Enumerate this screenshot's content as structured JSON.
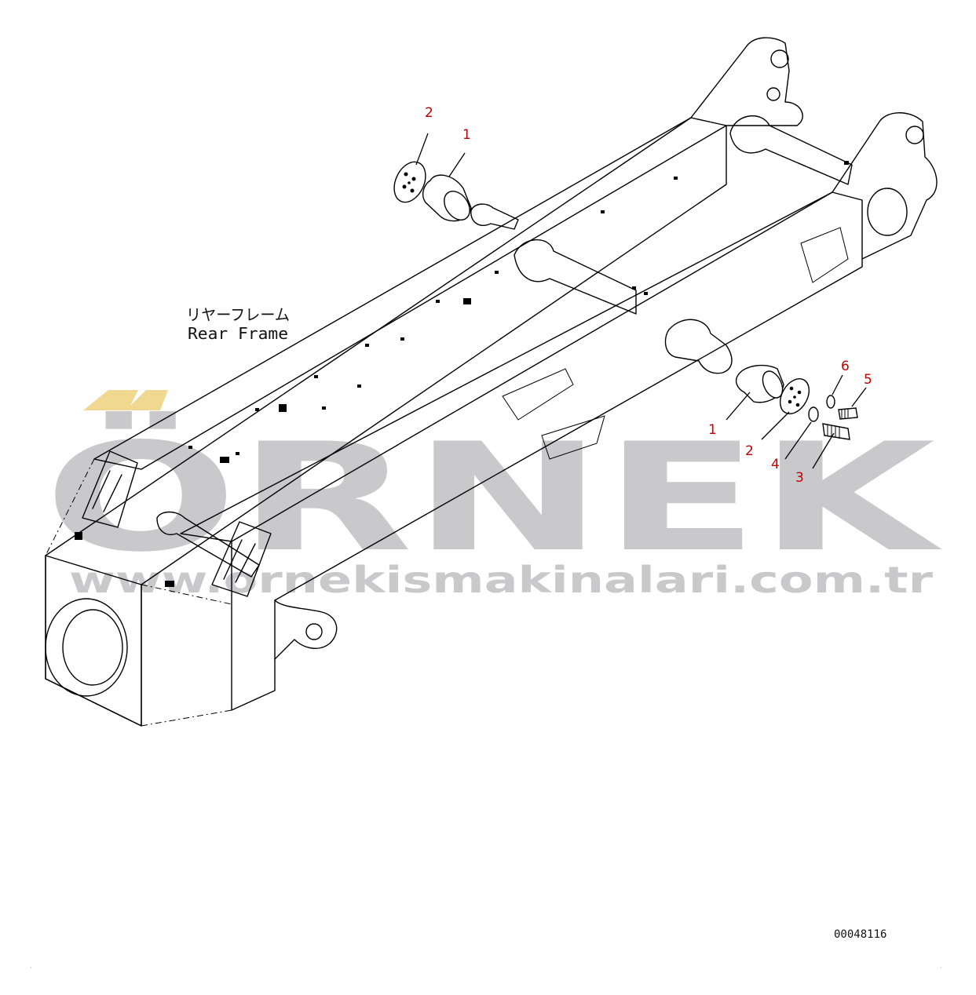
{
  "frame_label": {
    "japanese": "リヤーフレーム",
    "english": "Rear Frame"
  },
  "watermark": {
    "brand": "ÖRNEK",
    "url": "www.ornekismakinalari.com.tr",
    "color_text": "#c9c9cc",
    "color_dots": "#f0d890"
  },
  "callouts": {
    "top_2": "2",
    "top_1": "1",
    "right_1": "1",
    "right_2": "2",
    "right_3": "3",
    "right_4": "4",
    "right_5": "5",
    "right_6": "6",
    "color": "#c00000"
  },
  "drawing_number": "00048116"
}
